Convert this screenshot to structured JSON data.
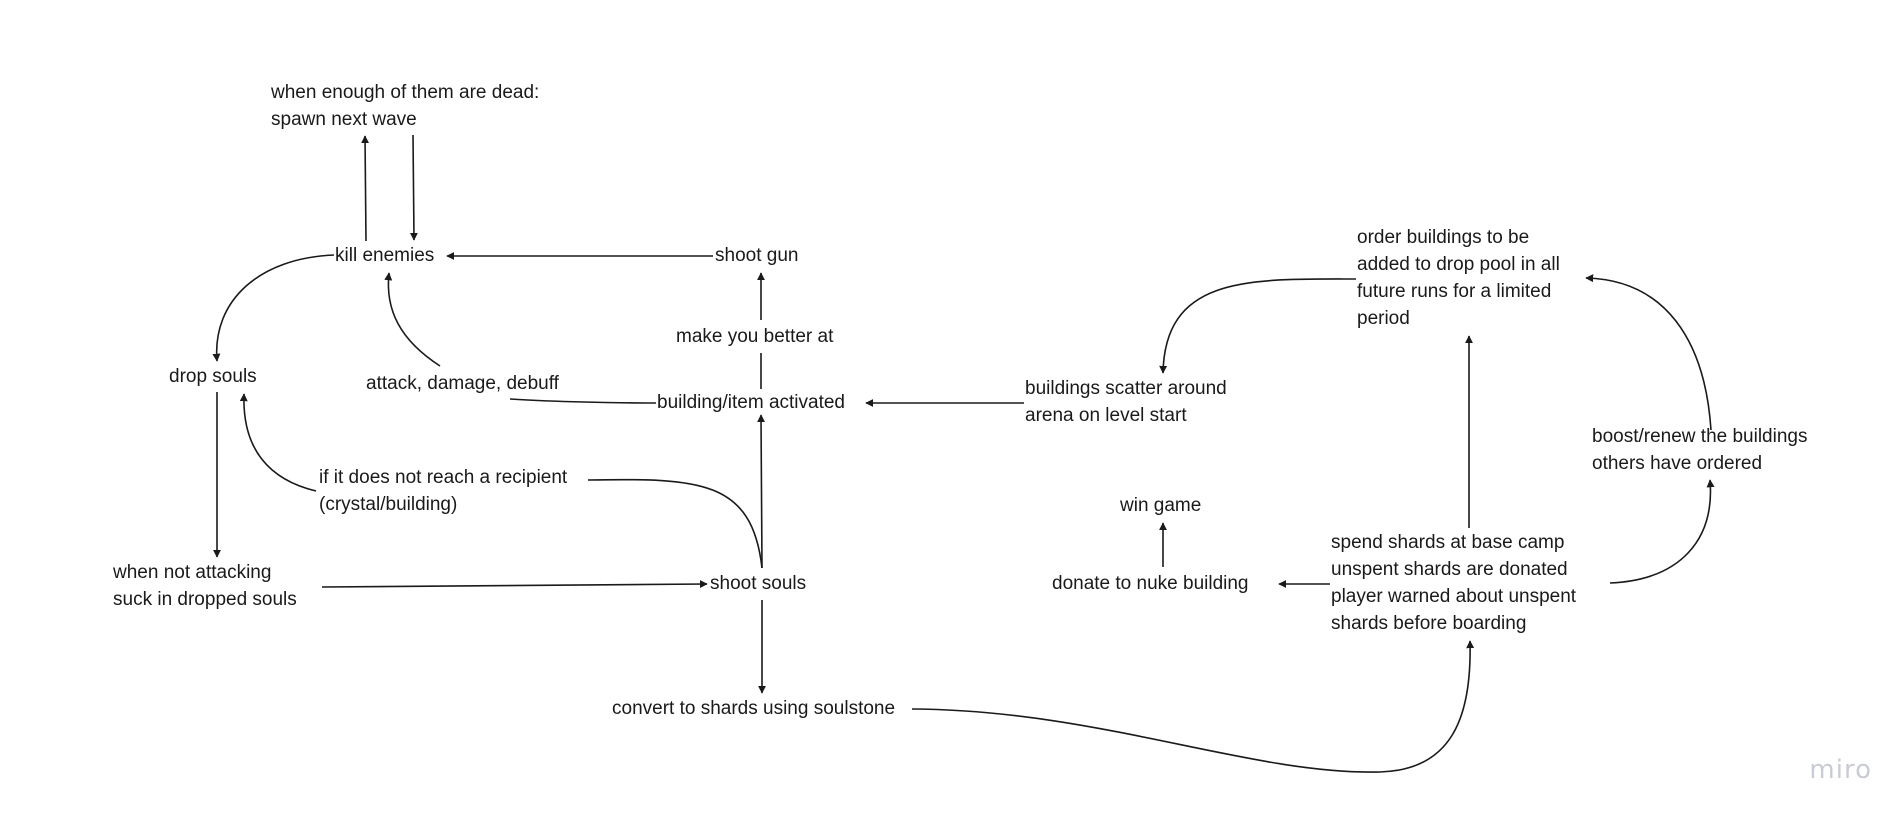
{
  "nodes": {
    "spawn_next_wave": "when enough of them are dead:\nspawn next wave",
    "kill_enemies": "kill enemies",
    "shoot_gun": "shoot gun",
    "drop_souls": "drop souls",
    "attack_damage_debuff": "attack, damage, debuff",
    "make_you_better_at": "make you better at",
    "building_item_activated": "building/item activated",
    "buildings_scatter": "buildings scatter around\narena on level start",
    "order_buildings": "order buildings to be\nadded to drop pool in all\nfuture runs for a limited\nperiod",
    "boost_renew": "boost/renew the buildings\nothers have ordered",
    "not_reach_recipient": "if it does not reach a recipient\n(crystal/building)",
    "win_game": "win game",
    "donate_nuke": "donate to nuke building",
    "spend_shards": "spend shards at base camp\nunspent shards are donated\nplayer warned about unspent\nshards before boarding",
    "suck_in_souls": "when not attacking\nsuck in dropped souls",
    "shoot_souls": "shoot souls",
    "convert_shards": "convert to shards using soulstone"
  },
  "watermark": "miro",
  "colors": {
    "ink": "#1a1a1a",
    "watermark": "#c9ccd4",
    "background": "#ffffff"
  }
}
